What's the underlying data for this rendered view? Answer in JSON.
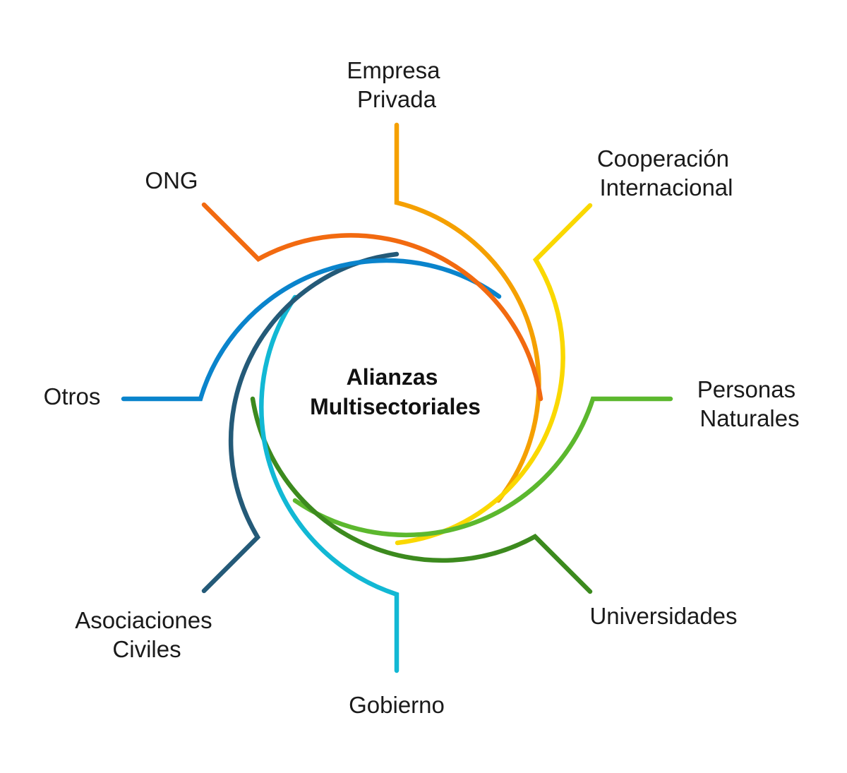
{
  "diagram": {
    "center": {
      "line1": "Alianzas",
      "line2": "Multisectoriales"
    },
    "sectors": [
      {
        "id": "empresa",
        "lines": [
          "Empresa",
          "Privada"
        ],
        "color": "#F5A000"
      },
      {
        "id": "cooperacion",
        "lines": [
          "Cooperación",
          "Internacional"
        ],
        "color": "#FAD800"
      },
      {
        "id": "personas",
        "lines": [
          "Personas",
          "Naturales"
        ],
        "color": "#5CB82E"
      },
      {
        "id": "universidades",
        "lines": [
          "Universidades"
        ],
        "color": "#3C8A1E"
      },
      {
        "id": "gobierno",
        "lines": [
          "Gobierno"
        ],
        "color": "#12B8D4"
      },
      {
        "id": "asociaciones",
        "lines": [
          "Asociaciones",
          "Civiles"
        ],
        "color": "#245A78"
      },
      {
        "id": "otros",
        "lines": [
          "Otros"
        ],
        "color": "#0A84CC"
      },
      {
        "id": "ong",
        "lines": [
          "ONG"
        ],
        "color": "#F26A10"
      }
    ]
  }
}
